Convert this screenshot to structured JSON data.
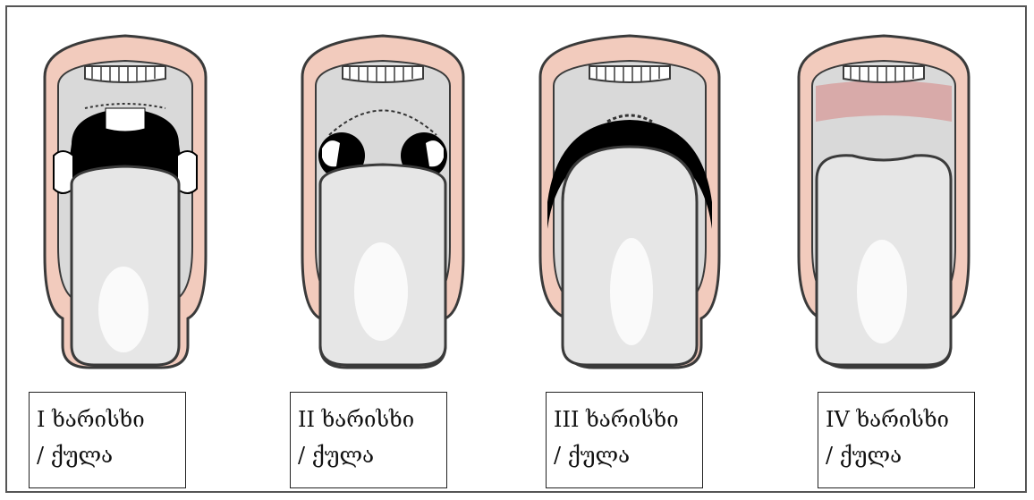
{
  "panels": [
    {
      "grade": "I",
      "word": "ხარისხი",
      "line2": "/ ქულა"
    },
    {
      "grade": "II",
      "word": "ხარისხი",
      "line2": "/ ქულა"
    },
    {
      "grade": "III",
      "word": "ხარისხი",
      "line2": "/ ქულა"
    },
    {
      "grade": "IV",
      "word": "ხარისხი",
      "line2": "/ ქულა"
    }
  ],
  "colors": {
    "lip": "#f2cbbd",
    "lip_outline": "#3a3a3a",
    "mouth_interior": "#d9d9d9",
    "palate_red": "#d79a98",
    "tongue": "#e6e6e6",
    "tongue_highlight": "#fafafa",
    "dark": "#000000"
  }
}
